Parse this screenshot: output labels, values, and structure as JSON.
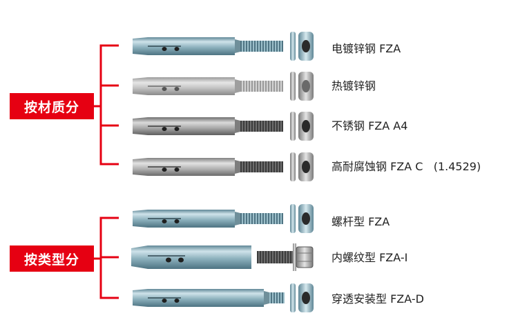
{
  "categories": [
    {
      "label": "按材质分",
      "items": [
        {
          "label": "电镀锌钢 FZA",
          "finish": "zinc"
        },
        {
          "label": "热镀锌钢",
          "finish": "hotdip"
        },
        {
          "label": "不锈钢 FZA A4",
          "finish": "stainless"
        },
        {
          "label": "高耐腐蚀钢 FZA C   (1.4529)",
          "finish": "hcr"
        }
      ]
    },
    {
      "label": "按类型分",
      "items": [
        {
          "label": "螺杆型 FZA",
          "finish": "zinc"
        },
        {
          "label": "内螺纹型 FZA-I",
          "finish": "zinc"
        },
        {
          "label": "穿透安装型 FZA-D",
          "finish": "zinc"
        }
      ]
    }
  ],
  "colors": {
    "accent": "#e60012",
    "zinc": "#8fb3bf",
    "hotdip": "#c3c3c3",
    "stainless": "#a9a9a9",
    "hcr": "#b4b4b4"
  }
}
